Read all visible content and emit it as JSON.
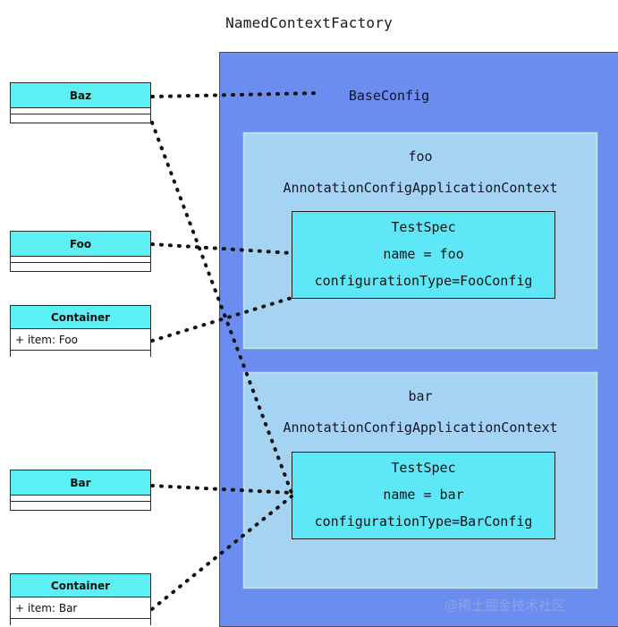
{
  "diagram": {
    "title": "NamedContextFactory",
    "base_config_label": "BaseConfig",
    "watermark": "@稀土掘金技术社区",
    "colors": {
      "factory_panel": "#6b8df0",
      "context_panel": "#a4d4f2",
      "spec_box": "#5ee8f7",
      "uml_title": "#5cf0f4",
      "connector": "#111111",
      "background": "#ffffff",
      "watermark": "#8fa9e8"
    }
  },
  "contexts": [
    {
      "name": "foo",
      "type": "AnnotationConfigApplicationContext",
      "spec": {
        "title": "TestSpec",
        "name_line": "name = foo",
        "config_line": "configurationType=FooConfig"
      }
    },
    {
      "name": "bar",
      "type": "AnnotationConfigApplicationContext",
      "spec": {
        "title": "TestSpec",
        "name_line": "name = bar",
        "config_line": "configurationType=BarConfig"
      }
    }
  ],
  "classes": [
    {
      "id": "baz",
      "title": "Baz",
      "attribute": "",
      "compartments": 2
    },
    {
      "id": "foo",
      "title": "Foo",
      "attribute": "",
      "compartments": 2
    },
    {
      "id": "container-foo",
      "title": "Container",
      "attribute": "+ item: Foo",
      "compartments": 3
    },
    {
      "id": "bar",
      "title": "Bar",
      "attribute": "",
      "compartments": 2
    },
    {
      "id": "container-bar",
      "title": "Container",
      "attribute": "+ item: Bar",
      "compartments": 3
    }
  ],
  "connectors": [
    {
      "from": "baz-title",
      "to": "base-config",
      "style": "dotted"
    },
    {
      "from": "baz-bottom",
      "to": "spec-bar-left",
      "style": "dotted"
    },
    {
      "from": "foo-title",
      "to": "spec-foo-left",
      "style": "dotted"
    },
    {
      "from": "container-foo-attr",
      "to": "spec-foo-left",
      "style": "dotted"
    },
    {
      "from": "bar-title",
      "to": "spec-bar-left",
      "style": "dotted"
    },
    {
      "from": "container-bar-title",
      "to": "spec-bar-left",
      "style": "dotted"
    }
  ]
}
